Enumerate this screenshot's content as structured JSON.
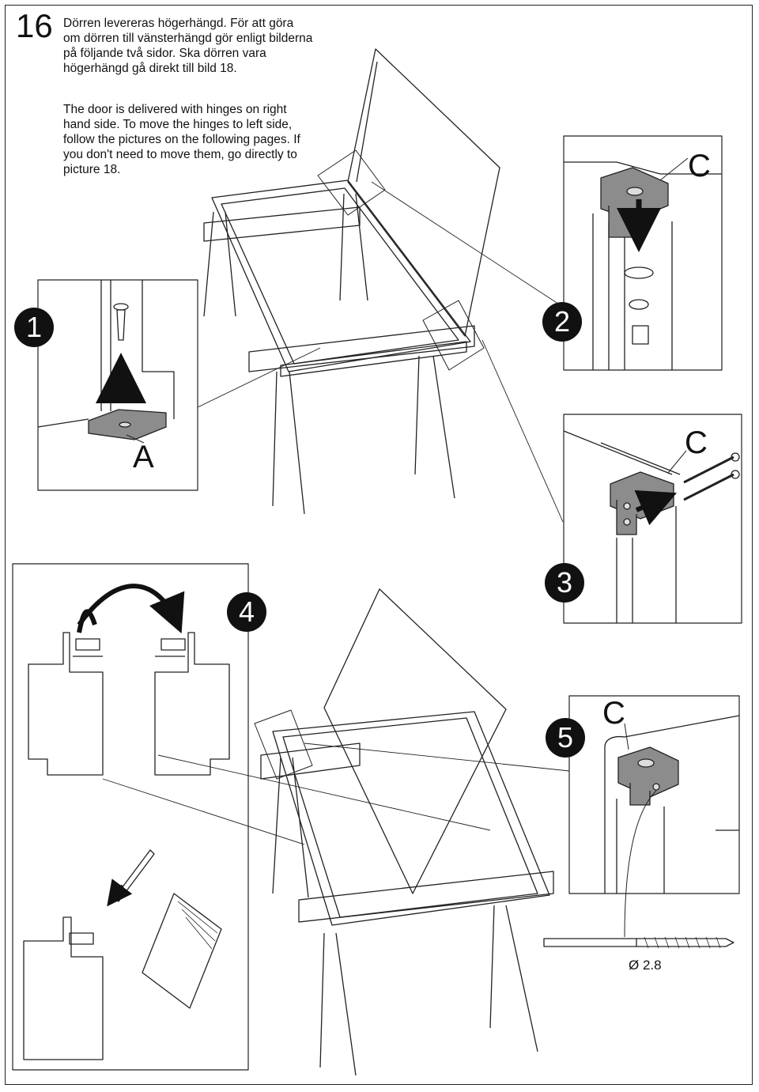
{
  "step": {
    "number": "16"
  },
  "text": {
    "swedish": "Dörren levereras högerhängd. För att göra\nom dörren till vänsterhängd gör enligt bilderna\npå följande två sidor. Ska dörren vara\nhögerhängd gå direkt till bild 18.",
    "english": "The door is delivered with hinges on right\nhand side. To move the hinges to left side,\nfollow the pictures on the following pages. If\nyou don't need to move them, go directly to\npicture 18."
  },
  "steps": [
    {
      "badge": "1",
      "callout": "A"
    },
    {
      "badge": "2",
      "callout": "C"
    },
    {
      "badge": "3",
      "callout": "C"
    },
    {
      "badge": "4"
    },
    {
      "badge": "5",
      "callout": "C"
    }
  ],
  "screw": {
    "diameter_label": "Ø 2.8"
  },
  "colors": {
    "line": "#222222",
    "part_fill": "#8c8c8c",
    "badge": "#111111",
    "background": "#ffffff"
  }
}
